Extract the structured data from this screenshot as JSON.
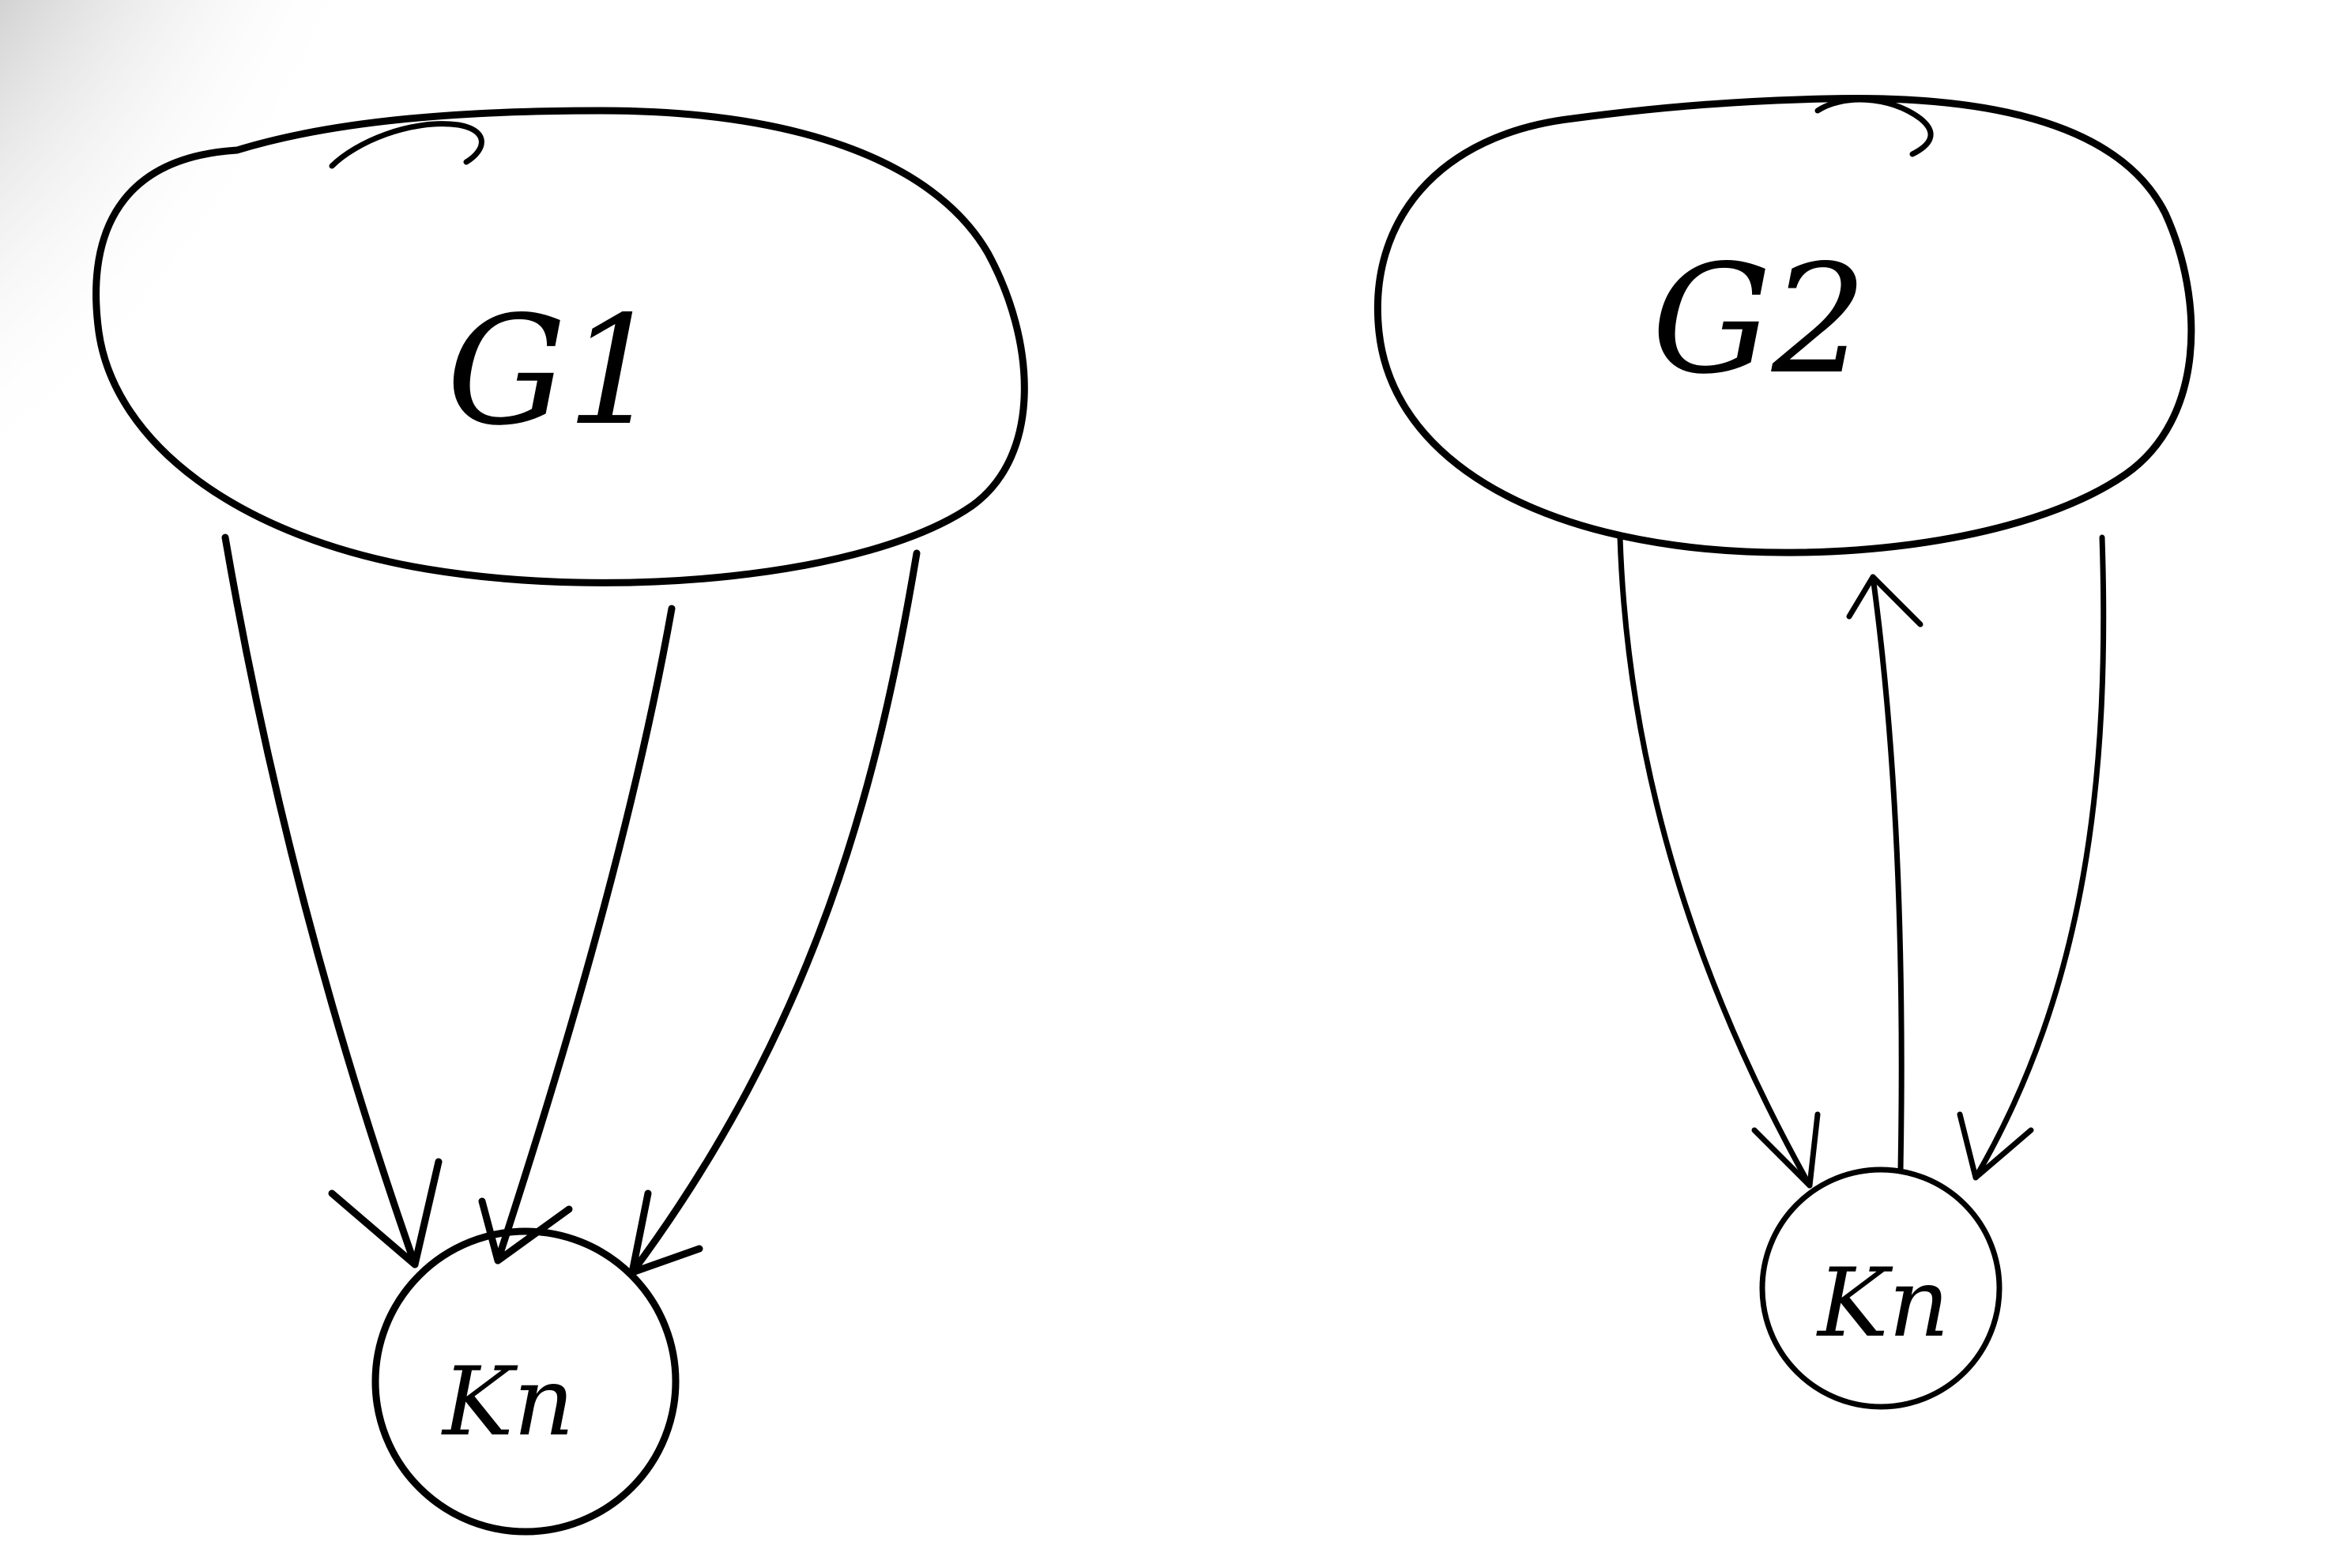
{
  "diagram": {
    "left": {
      "graph_label": "G1",
      "node_label": "Kn",
      "edge_count": 3,
      "edge_direction": "graph-to-node"
    },
    "right": {
      "graph_label": "G2",
      "node_label": "Kn",
      "edge_count": 3,
      "edge_direction": "mixed"
    }
  },
  "colors": {
    "ink": "#000000",
    "paper": "#ffffff",
    "shadow": "#1a1a1a"
  }
}
